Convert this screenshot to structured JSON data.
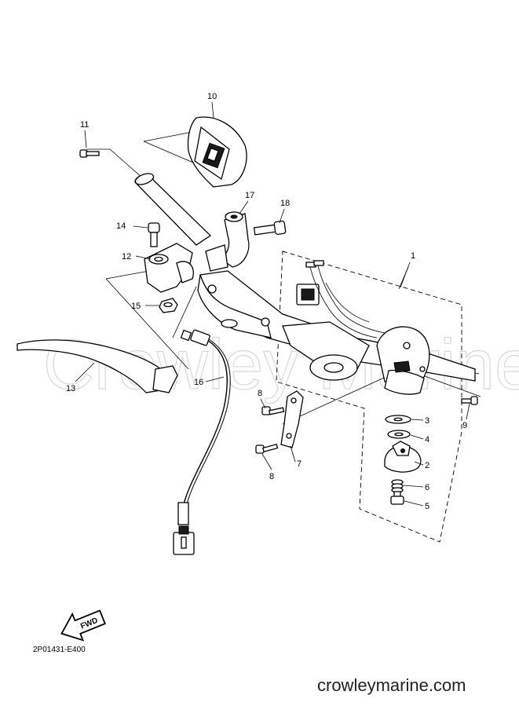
{
  "callouts": {
    "c1": "1",
    "c2": "2",
    "c3": "3",
    "c4": "4",
    "c5": "5",
    "c6": "6",
    "c7": "7",
    "c8a": "8",
    "c8b": "8",
    "c9": "9",
    "c10": "10",
    "c11": "11",
    "c12": "12",
    "c13": "13",
    "c14": "14",
    "c15": "15",
    "c16": "16",
    "c17": "17",
    "c18": "18"
  },
  "fwd_label": "FWD",
  "diagram_code": "2P01431-E400",
  "watermark": "Crowley Marine",
  "website": "crowleymarine.com"
}
